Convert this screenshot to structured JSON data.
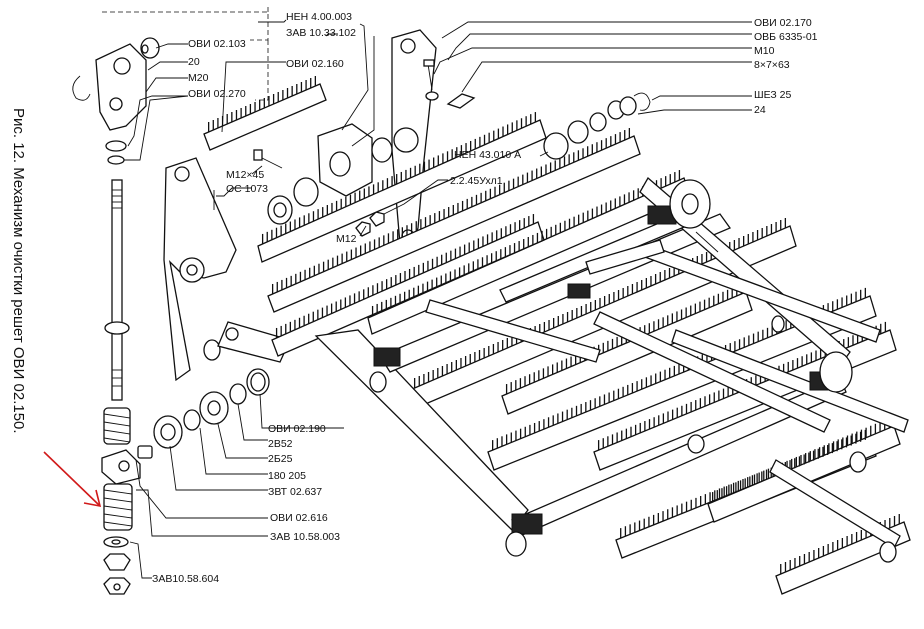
{
  "caption": "Рис. 12. Механизм очистки решет ОВИ 02.150.",
  "labels": {
    "ovi_02_103": "ОВИ 02.103",
    "n20": "20",
    "m20": "M20",
    "ovi_02_270": "ОВИ 02.270",
    "ovi_02_160": "ОВИ 02.160",
    "nen_4_00_003": "НЕН 4.00.003",
    "zav_10_33_102": "ЗАВ 10.33.102",
    "ovi_02_170": "ОВИ 02.170",
    "ovb_6335_01": "ОВБ 6335-01",
    "m10": "M10",
    "key_8x7x63": "8×7×63",
    "shez_25": "ШЕЗ 25",
    "n24": "24",
    "nen_43_010_a": "НЕН 43.010 А",
    "m12x45": "M12×45",
    "os_1073": "ОС 1073",
    "pin_2_2_45": "2.2.45Ухл1",
    "m12": "M12",
    "ovi_02_190": "ОВИ 02.190",
    "b2_52": "2В52",
    "b2_25": "2Б25",
    "n180_205": "180 205",
    "zvt_02_637": "ЗВТ 02.637",
    "ovi_02_616": "ОВИ 02.616",
    "zav_10_58_003": "ЗАВ 10.58.003",
    "zav_10_58_604": "ЗАВ10.58.604"
  },
  "colors": {
    "ink": "#111111",
    "paper": "#ffffff",
    "arrow": "#d11a1a"
  }
}
